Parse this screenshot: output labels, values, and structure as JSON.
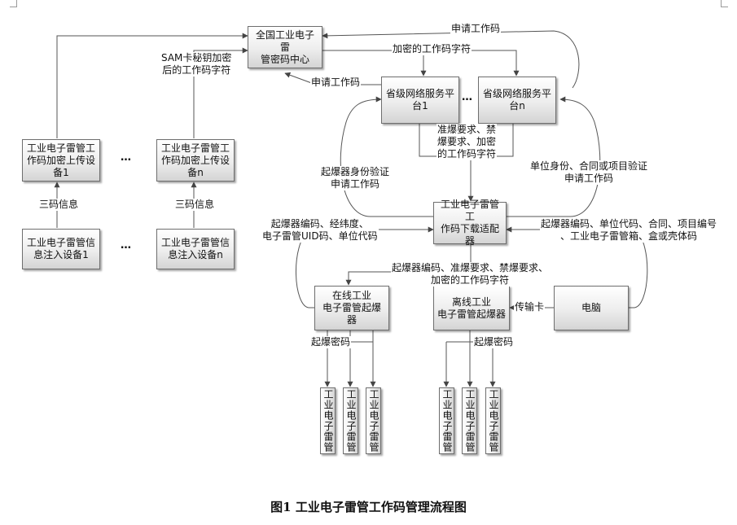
{
  "caption": "图1  工业电子雷管工作码管理流程图",
  "boxes": {
    "center": [
      "全国工业电子雷",
      "管密码中心"
    ],
    "prov1": [
      "省级网络服务平",
      "台1"
    ],
    "provn": [
      "省级网络服务平",
      "台n"
    ],
    "upload1": [
      "工业电子雷管工",
      "作码加密上传设",
      "备1"
    ],
    "uploadn": [
      "工业电子雷管工",
      "作码加密上传设",
      "备n"
    ],
    "inject1": [
      "工业电子雷管信",
      "息注入设备1"
    ],
    "injectn": [
      "工业电子雷管信",
      "息注入设备n"
    ],
    "adapter": [
      "工业电子雷管工",
      "作码下载适配器"
    ],
    "online": [
      "在线工业",
      "电子雷管起爆器"
    ],
    "offline": [
      "离线工业",
      "电子雷管起爆器"
    ],
    "pc": [
      "电脑"
    ],
    "detonator": "工业电子雷管"
  },
  "dots": "…",
  "labels": {
    "request_code_top": "申请工作码",
    "encrypted_code": "加密的工作码字符",
    "request_code_left": "申请工作码",
    "sam": [
      "SAM卡秘钥加密",
      "后的工作码字符"
    ],
    "three_codes_1": "三码信息",
    "three_codes_n": "三码信息",
    "permit": [
      "准爆要求、禁",
      "爆要求、加密",
      "的工作码字符"
    ],
    "identity_left": [
      "起爆器身份验证",
      "申请工作码"
    ],
    "identity_right": [
      "单位身份、合同或项目验证",
      "申请工作码"
    ],
    "online_info": [
      "起爆器编码、经纬度、",
      "电子雷管UID码、单位代码"
    ],
    "offline_info": [
      "起爆器编码、单位代码、合同、项目编号",
      "、工业电子雷管箱、盒或壳体码"
    ],
    "down_info": [
      "起爆器编码、准爆要求、禁爆要求、",
      "加密的工作码字符"
    ],
    "transfer_card": "传输卡",
    "det_pwd_left": "起爆密码",
    "det_pwd_right": "起爆密码"
  }
}
